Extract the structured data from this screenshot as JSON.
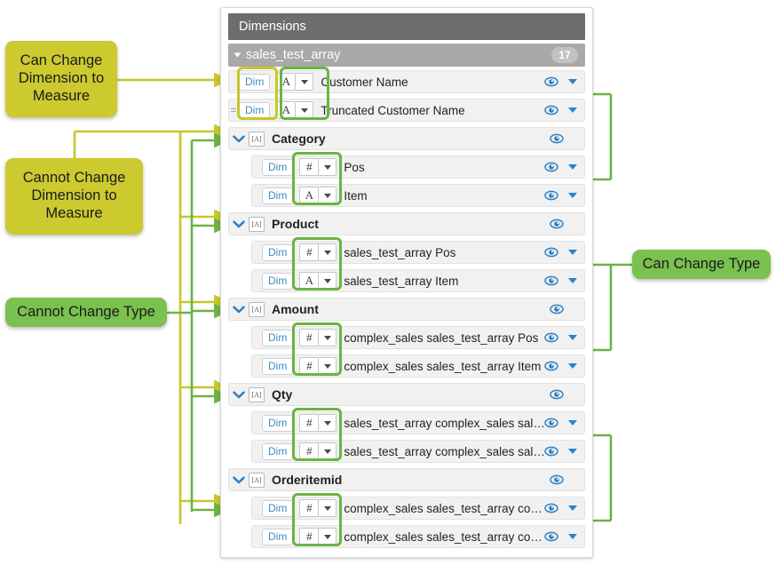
{
  "panel": {
    "header_title": "Dimensions",
    "group": {
      "name": "sales_test_array",
      "count": "17",
      "expander_icon": "triangle-down-icon"
    }
  },
  "icons": {
    "eye": "eye-icon",
    "caret": "chevron-down-icon",
    "type_caret": "chevron-down-icon",
    "collapse": "chevron-down-icon",
    "string_tag": "[A]",
    "dim_badge": "Dim",
    "calculated_marker": "="
  },
  "rows": [
    {
      "kind": "field",
      "eq": "",
      "dim": "Dim",
      "type": "A",
      "name": "Customer Name",
      "indent": false,
      "eye": true,
      "caret": true
    },
    {
      "kind": "field",
      "eq": "=",
      "dim": "Dim",
      "type": "A",
      "name": "Truncated Customer Name",
      "indent": false,
      "eye": true,
      "caret": true
    },
    {
      "kind": "group",
      "label": "Category",
      "indent": false,
      "eye": true,
      "caret": false
    },
    {
      "kind": "field",
      "eq": "",
      "dim": "Dim",
      "type": "#",
      "name": "Pos",
      "indent": true,
      "eye": true,
      "caret": true
    },
    {
      "kind": "field",
      "eq": "",
      "dim": "Dim",
      "type": "A",
      "name": "Item",
      "indent": true,
      "eye": true,
      "caret": true
    },
    {
      "kind": "group",
      "label": "Product",
      "indent": false,
      "eye": true,
      "caret": false
    },
    {
      "kind": "field",
      "eq": "",
      "dim": "Dim",
      "type": "#",
      "name": "sales_test_array Pos",
      "indent": true,
      "eye": true,
      "caret": true
    },
    {
      "kind": "field",
      "eq": "",
      "dim": "Dim",
      "type": "A",
      "name": "sales_test_array Item",
      "indent": true,
      "eye": true,
      "caret": true
    },
    {
      "kind": "group",
      "label": "Amount",
      "indent": false,
      "eye": true,
      "caret": false
    },
    {
      "kind": "field",
      "eq": "",
      "dim": "Dim",
      "type": "#",
      "name": "complex_sales sales_test_array Pos",
      "indent": true,
      "eye": true,
      "caret": true
    },
    {
      "kind": "field",
      "eq": "",
      "dim": "Dim",
      "type": "#",
      "name": "complex_sales sales_test_array Item",
      "indent": true,
      "eye": true,
      "caret": true
    },
    {
      "kind": "group",
      "label": "Qty",
      "indent": false,
      "eye": true,
      "caret": false
    },
    {
      "kind": "field",
      "eq": "",
      "dim": "Dim",
      "type": "#",
      "name": "sales_test_array complex_sales sal…",
      "indent": true,
      "eye": true,
      "caret": true
    },
    {
      "kind": "field",
      "eq": "",
      "dim": "Dim",
      "type": "#",
      "name": "sales_test_array complex_sales sal…",
      "indent": true,
      "eye": true,
      "caret": true
    },
    {
      "kind": "group",
      "label": "Orderitemid",
      "indent": false,
      "eye": true,
      "caret": false
    },
    {
      "kind": "field",
      "eq": "",
      "dim": "Dim",
      "type": "#",
      "name": "complex_sales sales_test_array co…",
      "indent": true,
      "eye": true,
      "caret": true
    },
    {
      "kind": "field",
      "eq": "",
      "dim": "Dim",
      "type": "#",
      "name": "complex_sales sales_test_array co…",
      "indent": true,
      "eye": true,
      "caret": true
    }
  ],
  "callouts": [
    {
      "id": "can-change-dimension-to-measure",
      "text": "Can Change\nDimension to\nMeasure",
      "color": "#ccca2f",
      "style": "olive"
    },
    {
      "id": "cannot-change-dimension-to-measure",
      "text": "Cannot Change\nDimension to\nMeasure",
      "color": "#ccca2f",
      "style": "olive"
    },
    {
      "id": "cannot-change-type",
      "text": "Cannot Change Type",
      "color": "#7ac14f",
      "style": "green"
    },
    {
      "id": "can-change-type",
      "text": "Can Change Type",
      "color": "#7ac14f",
      "style": "green"
    }
  ],
  "colors": {
    "olive": "#ccca2f",
    "olive_line": "#c8c62a",
    "green": "#7ac14f",
    "green_line": "#6bb344",
    "header_grey": "#6d6d6d",
    "group_grey": "#a9a9a9",
    "row_grey": "#f1f1f1",
    "dim_blue": "#3b8cc4",
    "eye_blue": "#2f80c4"
  }
}
